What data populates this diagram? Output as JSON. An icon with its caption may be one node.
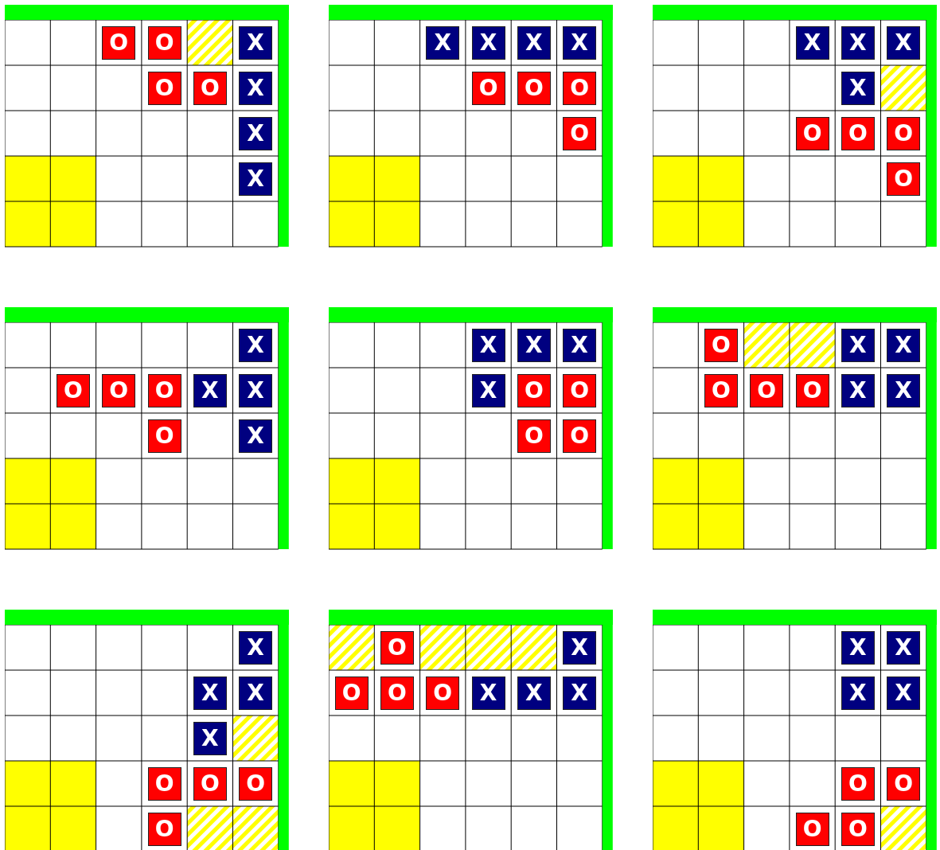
{
  "diagram": {
    "nodes": [
      {
        "text": [
          "O"
        ]
      },
      {
        "text": [
          "O"
        ]
      },
      {
        "text": [
          "X"
        ]
      },
      {
        "text": [
          "O"
        ]
      },
      {
        "text": [
          "O"
        ]
      },
      {
        "text": [
          "X"
        ]
      },
      {
        "text": [
          "X"
        ]
      },
      {
        "text": [
          "X"
        ]
      },
      {
        "text": [
          "X"
        ]
      },
      {
        "text": [
          "X"
        ]
      },
      {
        "text": [
          "X"
        ]
      },
      {
        "text": [
          "X"
        ]
      },
      {
        "text": [
          "O"
        ]
      },
      {
        "text": [
          "O"
        ]
      },
      {
        "text": [
          "O"
        ]
      },
      {
        "text": [
          "O"
        ]
      },
      {
        "text": [
          "X"
        ]
      },
      {
        "text": [
          "X"
        ]
      },
      {
        "text": [
          "X"
        ]
      },
      {
        "text": [
          "X"
        ]
      },
      {
        "text": [
          "O"
        ]
      },
      {
        "text": [
          "O"
        ]
      },
      {
        "text": [
          "O"
        ]
      },
      {
        "text": [
          "O"
        ]
      },
      {
        "text": [
          "X"
        ]
      },
      {
        "text": [
          "O"
        ]
      },
      {
        "text": [
          "O"
        ]
      },
      {
        "text": [
          "O"
        ]
      },
      {
        "text": [
          "X"
        ]
      },
      {
        "text": [
          "X"
        ]
      },
      {
        "text": [
          "O"
        ]
      },
      {
        "text": [
          "X"
        ]
      },
      {
        "text": [
          "X"
        ]
      },
      {
        "text": [
          "X"
        ]
      },
      {
        "text": [
          "X"
        ]
      },
      {
        "text": [
          "X"
        ]
      },
      {
        "text": [
          "O"
        ]
      },
      {
        "text": [
          "O"
        ]
      },
      {
        "text": [
          "O"
        ]
      },
      {
        "text": [
          "O"
        ]
      },
      {
        "text": [
          "O"
        ]
      },
      {
        "text": [
          "X"
        ]
      },
      {
        "text": [
          "X"
        ]
      },
      {
        "text": [
          "O"
        ]
      },
      {
        "text": [
          "O"
        ]
      },
      {
        "text": [
          "O"
        ]
      },
      {
        "text": [
          "X"
        ]
      },
      {
        "text": [
          "X"
        ]
      },
      {
        "text": [
          "X"
        ]
      },
      {
        "text": [
          "X"
        ]
      },
      {
        "text": [
          "X"
        ]
      },
      {
        "text": [
          "X"
        ]
      },
      {
        "text": [
          "O"
        ]
      },
      {
        "text": [
          "O"
        ]
      },
      {
        "text": [
          "O"
        ]
      },
      {
        "text": [
          "O"
        ]
      },
      {
        "text": [
          "O"
        ]
      },
      {
        "text": [
          "X"
        ]
      },
      {
        "text": [
          "O"
        ]
      },
      {
        "text": [
          "O"
        ]
      },
      {
        "text": [
          "O"
        ]
      },
      {
        "text": [
          "X"
        ]
      },
      {
        "text": [
          "X"
        ]
      },
      {
        "text": [
          "X"
        ]
      },
      {
        "text": [
          "X"
        ]
      },
      {
        "text": [
          "X"
        ]
      },
      {
        "text": [
          "X"
        ]
      },
      {
        "text": [
          "X"
        ]
      },
      {
        "text": [
          "O"
        ]
      },
      {
        "text": [
          "O"
        ]
      },
      {
        "text": [
          "O"
        ]
      },
      {
        "text": [
          "O"
        ]
      }
    ]
  }
}
